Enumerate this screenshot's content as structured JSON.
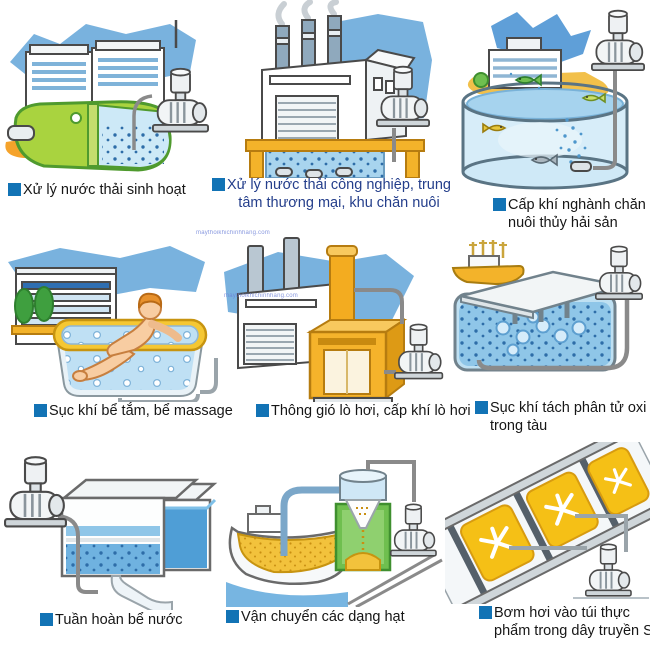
{
  "page": {
    "background": "#ffffff"
  },
  "accent": {
    "bullet_blue": "#1273b5",
    "caption_dark": "#161616",
    "caption_navy": "#243e8b",
    "sky_blue": "#79b2de",
    "water_blue": "#8fc6e8",
    "tank_green": "#a9d33f",
    "machine_yellow": "#f5b32b",
    "splash_orange": "#f5a32b"
  },
  "watermark": {
    "text": "maythoikhichinhhang.com"
  },
  "cells": [
    {
      "id": "domestic-wastewater",
      "caption_lines": [
        "Xử lý nước thải sinh hoạt"
      ]
    },
    {
      "id": "industrial-wastewater",
      "caption_lines": [
        "Xử lý nước thải công nghiệp, trung",
        "tâm thương mại, khu chăn nuôi"
      ]
    },
    {
      "id": "aquaculture-aeration",
      "caption_lines": [
        "Cấp khí nghành chăn",
        "nuôi thủy hải sản"
      ]
    },
    {
      "id": "bath-massage-aeration",
      "caption_lines": [
        "Sục khí bể tắm, bể massage"
      ]
    },
    {
      "id": "boiler-ventilation",
      "caption_lines": [
        "Thông gió lò hơi, cấp khí lò hơi"
      ]
    },
    {
      "id": "oxygen-separation-ship",
      "caption_lines": [
        "Sục khí tách phân tử oxi",
        "trong tàu"
      ]
    },
    {
      "id": "water-circulation",
      "caption_lines": [
        "Tuần hoàn bể nước"
      ]
    },
    {
      "id": "granule-conveying",
      "caption_lines": [
        "Vận chuyển các dạng hạt"
      ]
    },
    {
      "id": "food-bag-inflation",
      "caption_lines": [
        "Bơm hơi vào túi thực",
        "phẩm trong dây truyền SX"
      ]
    }
  ]
}
